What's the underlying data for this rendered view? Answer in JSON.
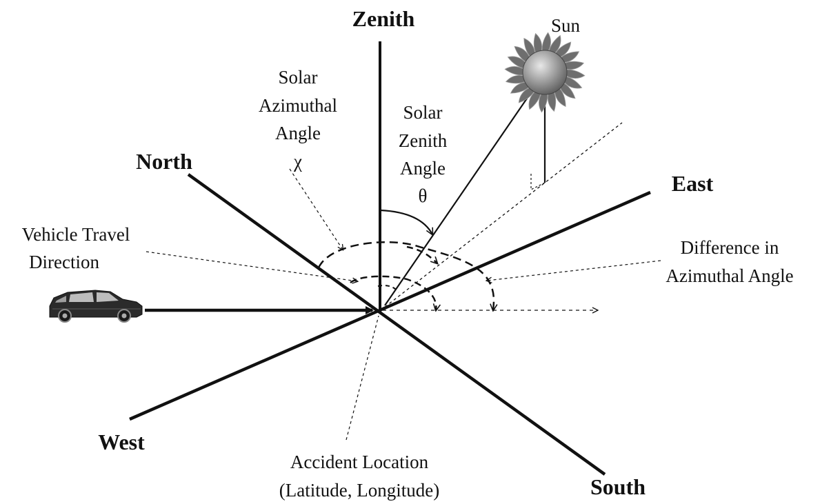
{
  "directions": {
    "zenith": "Zenith",
    "north": "North",
    "east": "East",
    "west": "West",
    "south": "South"
  },
  "sun_label": "Sun",
  "solar_azimuthal_angle": {
    "line1": "Solar",
    "line2": "Azimuthal",
    "line3": "Angle",
    "symbol": "χ"
  },
  "solar_zenith_angle": {
    "line1": "Solar",
    "line2": "Zenith",
    "line3": "Angle",
    "symbol": "θ"
  },
  "vehicle_travel_direction": {
    "line1": "Vehicle Travel",
    "line2": "Direction"
  },
  "difference_in_azimuthal_angle": {
    "line1": "Difference in",
    "line2": "Azimuthal Angle"
  },
  "accident_location": {
    "line1": "Accident Location",
    "line2": "(Latitude, Longitude)"
  },
  "colors": {
    "ink": "#111111",
    "sun_body": "#8a8a8a",
    "sun_rays": "#6e6e6e",
    "car_body": "#2b2b2b"
  },
  "icons": {
    "sun": "sun-icon",
    "vehicle": "car-icon"
  }
}
